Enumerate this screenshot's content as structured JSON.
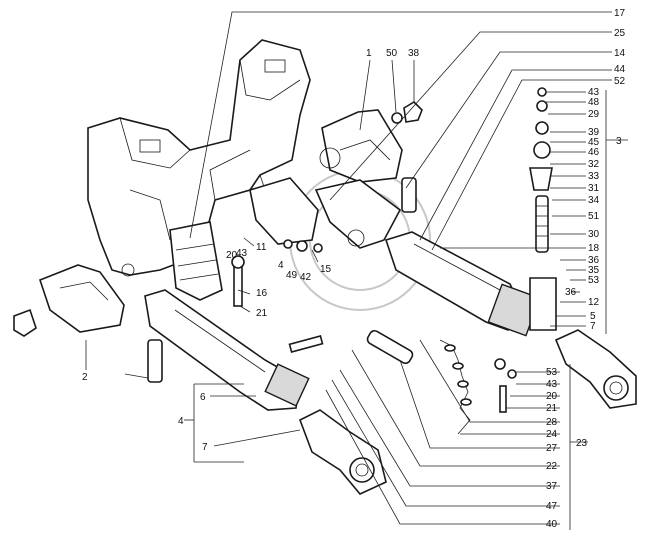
{
  "diagram": {
    "labels": {
      "l17": "17",
      "l25": "25",
      "l14": "14",
      "l44": "44",
      "l52": "52",
      "l43a": "43",
      "l48": "48",
      "l29": "29",
      "l39": "39",
      "l45": "45",
      "l46": "46",
      "l32": "32",
      "l33": "33",
      "l31": "31",
      "l34": "34",
      "l51": "51",
      "l30": "30",
      "l18": "18",
      "l36a": "36",
      "l35": "35",
      "l53a": "53",
      "l36b": "36",
      "l12": "12",
      "l5": "5",
      "l7a": "7",
      "l53b": "53",
      "l43b": "43",
      "l20a": "20",
      "l21a": "21",
      "l28": "28",
      "l24": "24",
      "l27": "27",
      "l22": "22",
      "l37": "37",
      "l47": "47",
      "l40": "40",
      "l23": "23",
      "l3": "3",
      "l1": "1",
      "l50": "50",
      "l38": "38",
      "l11": "11",
      "l20b": "20",
      "l43c": "43",
      "l4a": "4",
      "l49": "49",
      "l42": "42",
      "l15": "15",
      "l16": "16",
      "l21b": "21",
      "l2": "2",
      "l4b": "4",
      "l6": "6",
      "l7b": "7"
    }
  }
}
